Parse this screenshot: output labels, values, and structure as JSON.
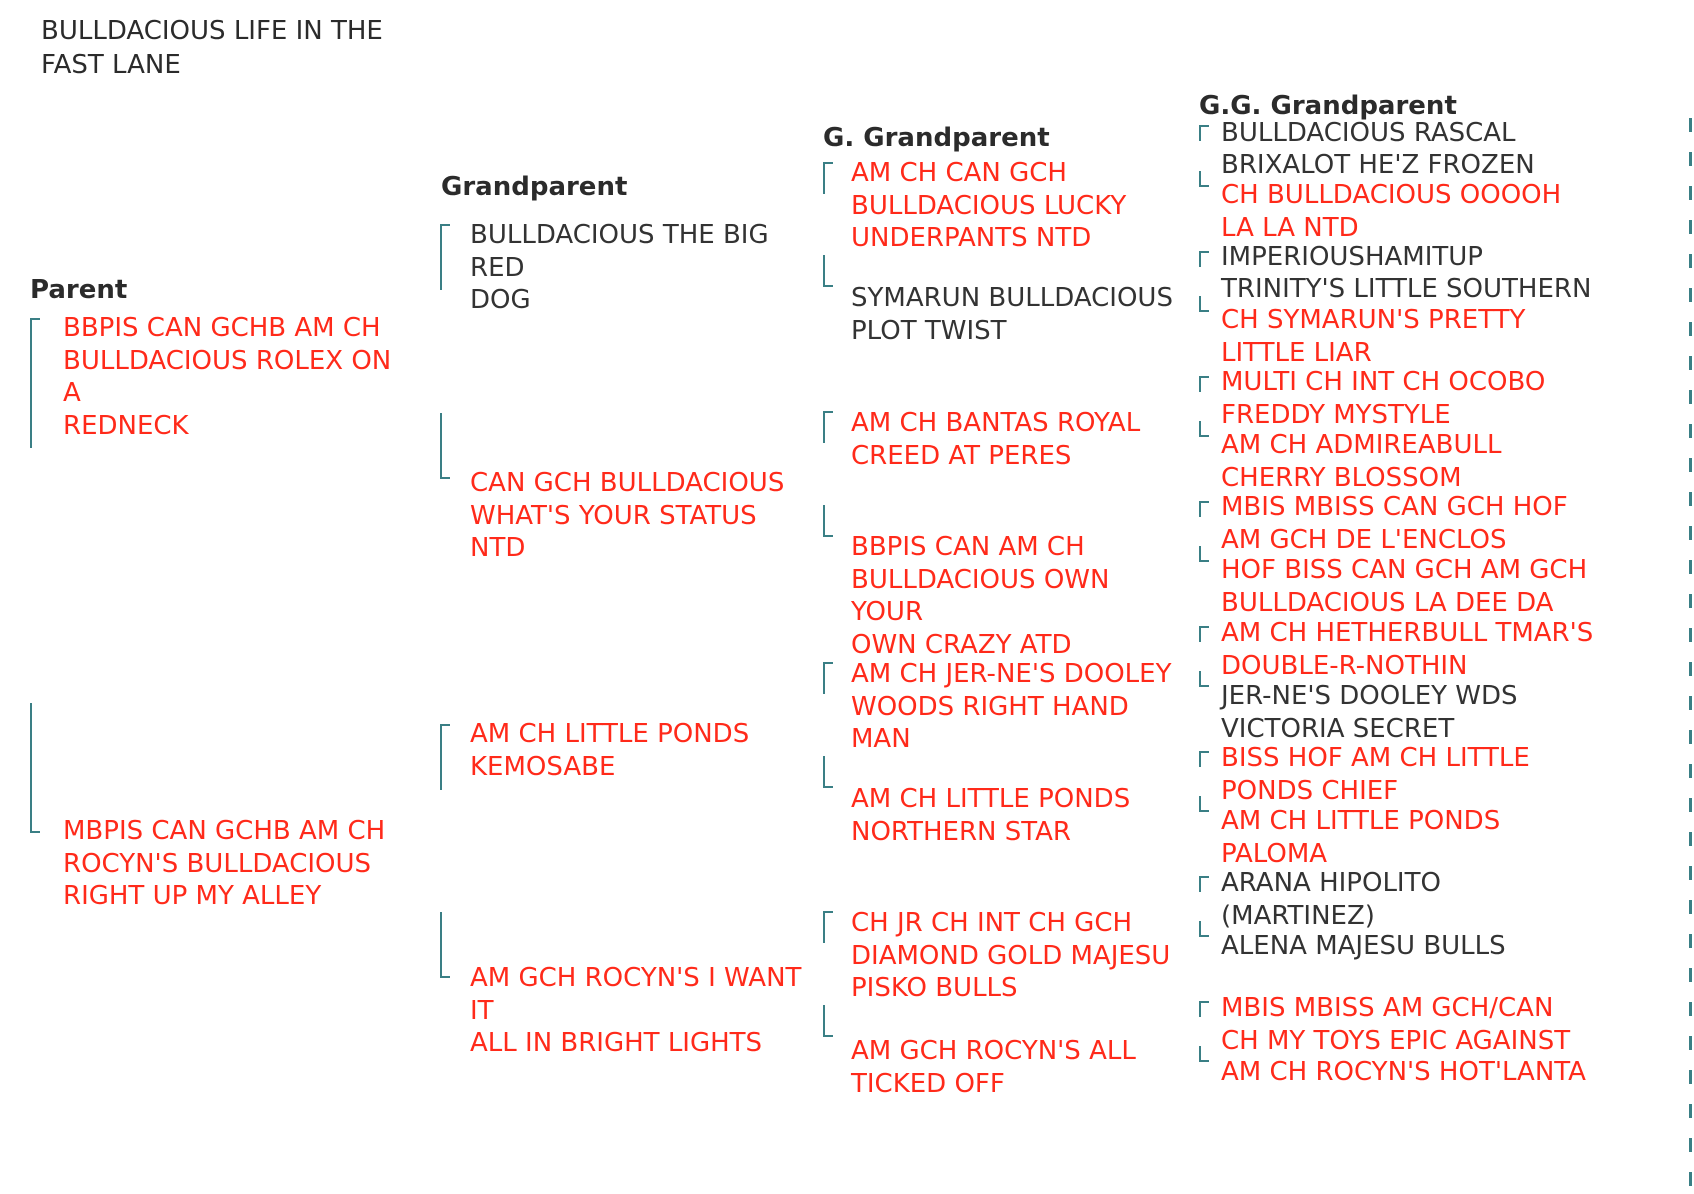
{
  "title": "BULLDACIOUS LIFE IN THE\nFAST LANE",
  "headers": {
    "parent": "Parent",
    "grandparent": "Grandparent",
    "g_grandparent": "G. Grandparent",
    "gg_grandparent": "G.G. Grandparent"
  },
  "parents": [
    {
      "name": "BBPIS CAN GCHB AM CH\nBULLDACIOUS ROLEX ON A\nREDNECK",
      "champion": true
    },
    {
      "name": "MBPIS CAN GCHB AM CH\nROCYN'S BULLDACIOUS\nRIGHT UP MY ALLEY",
      "champion": true
    }
  ],
  "grandparents": [
    {
      "name": "BULLDACIOUS THE BIG RED\nDOG",
      "champion": false
    },
    {
      "name": "CAN GCH BULLDACIOUS\nWHAT'S YOUR STATUS NTD",
      "champion": true
    },
    {
      "name": "AM CH LITTLE PONDS\nKEMOSABE",
      "champion": true
    },
    {
      "name": "AM GCH ROCYN'S I WANT IT\nALL IN BRIGHT LIGHTS",
      "champion": true
    }
  ],
  "g_grandparents": [
    {
      "name": "AM CH CAN GCH\nBULLDACIOUS LUCKY\nUNDERPANTS NTD",
      "champion": true
    },
    {
      "name": "SYMARUN BULLDACIOUS\nPLOT TWIST",
      "champion": false
    },
    {
      "name": "AM CH BANTAS ROYAL\nCREED AT PERES",
      "champion": true
    },
    {
      "name": "BBPIS CAN AM CH\nBULLDACIOUS OWN YOUR\nOWN CRAZY ATD",
      "champion": true
    },
    {
      "name": "AM CH JER-NE'S DOOLEY\nWOODS RIGHT HAND MAN",
      "champion": true
    },
    {
      "name": "AM CH LITTLE PONDS\nNORTHERN STAR",
      "champion": true
    },
    {
      "name": "CH JR CH INT CH GCH\nDIAMOND GOLD MAJESU\nPISKO BULLS",
      "champion": true
    },
    {
      "name": "AM GCH ROCYN'S ALL\nTICKED OFF",
      "champion": true
    }
  ],
  "gg_grandparents": [
    {
      "name": "BULLDACIOUS RASCAL",
      "champion": false
    },
    {
      "name": "BRIXALOT HE'Z FROZEN",
      "champion": false
    },
    {
      "name": "CH BULLDACIOUS OOOOH\nLA LA NTD",
      "champion": true
    },
    {
      "name": "IMPERIOUSHAMITUP",
      "champion": false
    },
    {
      "name": "TRINITY'S LITTLE SOUTHERN",
      "champion": false
    },
    {
      "name": "CH SYMARUN'S PRETTY\nLITTLE LIAR",
      "champion": true
    },
    {
      "name": "MULTI CH INT CH OCOBO\nFREDDY MYSTYLE",
      "champion": true
    },
    {
      "name": "AM CH ADMIREABULL\nCHERRY BLOSSOM",
      "champion": true
    },
    {
      "name": "MBIS MBISS CAN GCH HOF\nAM GCH DE L'ENCLOS",
      "champion": true
    },
    {
      "name": "HOF BISS CAN GCH AM GCH\nBULLDACIOUS LA DEE DA",
      "champion": true
    },
    {
      "name": "AM CH HETHERBULL TMAR'S\nDOUBLE-R-NOTHIN",
      "champion": true
    },
    {
      "name": "JER-NE'S DOOLEY WDS\nVICTORIA SECRET",
      "champion": false
    },
    {
      "name": "BISS HOF AM CH LITTLE\nPONDS CHIEF",
      "champion": true
    },
    {
      "name": "AM CH LITTLE PONDS\nPALOMA",
      "champion": true
    },
    {
      "name": "ARANA HIPOLITO\n(MARTINEZ)",
      "champion": false
    },
    {
      "name": "ALENA MAJESU BULLS",
      "champion": false
    },
    {
      "name": "MBIS MBISS AM GCH/CAN\nCH  MY TOYS EPIC AGAINST",
      "champion": true
    },
    {
      "name": "AM CH ROCYN'S HOT'LANTA",
      "champion": true
    }
  ]
}
